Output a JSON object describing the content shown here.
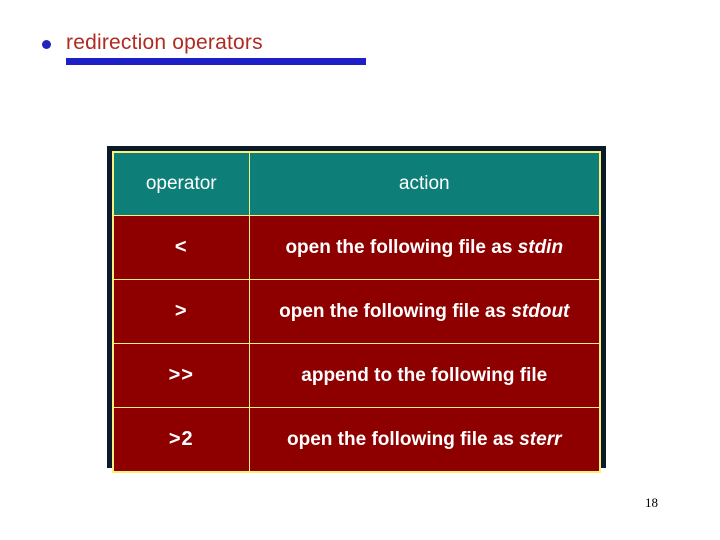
{
  "slide": {
    "background_color": "#ffffff",
    "title": {
      "text": "redirection operators",
      "text_color": "#b02a22",
      "bullet_icon": "bullet-dot",
      "bullet_color": "#2323bd",
      "underline_color": "#1f1fc8"
    },
    "page_number": "18"
  },
  "table": {
    "frame_color": "#0a1a2a",
    "grid_color": "#fbf07a",
    "header_bg": "#0d7f78",
    "body_bg": "#8e0000",
    "text_color": "#ffffff",
    "headers": {
      "operator": "operator",
      "action": "action"
    },
    "rows": [
      {
        "operator": "<",
        "action_prefix": "open the following file as ",
        "action_term": "stdin",
        "action_full": "open the following file as stdin"
      },
      {
        "operator": ">",
        "action_prefix": "open the following file as ",
        "action_term": "stdout",
        "action_full": "open the following file as stdout"
      },
      {
        "operator": ">>",
        "action_prefix": "append to the following file",
        "action_term": "",
        "action_full": "append to the following file"
      },
      {
        "operator": ">2",
        "action_prefix": "open the following file as ",
        "action_term": "sterr",
        "action_full": "open the following file as sterr"
      }
    ]
  }
}
